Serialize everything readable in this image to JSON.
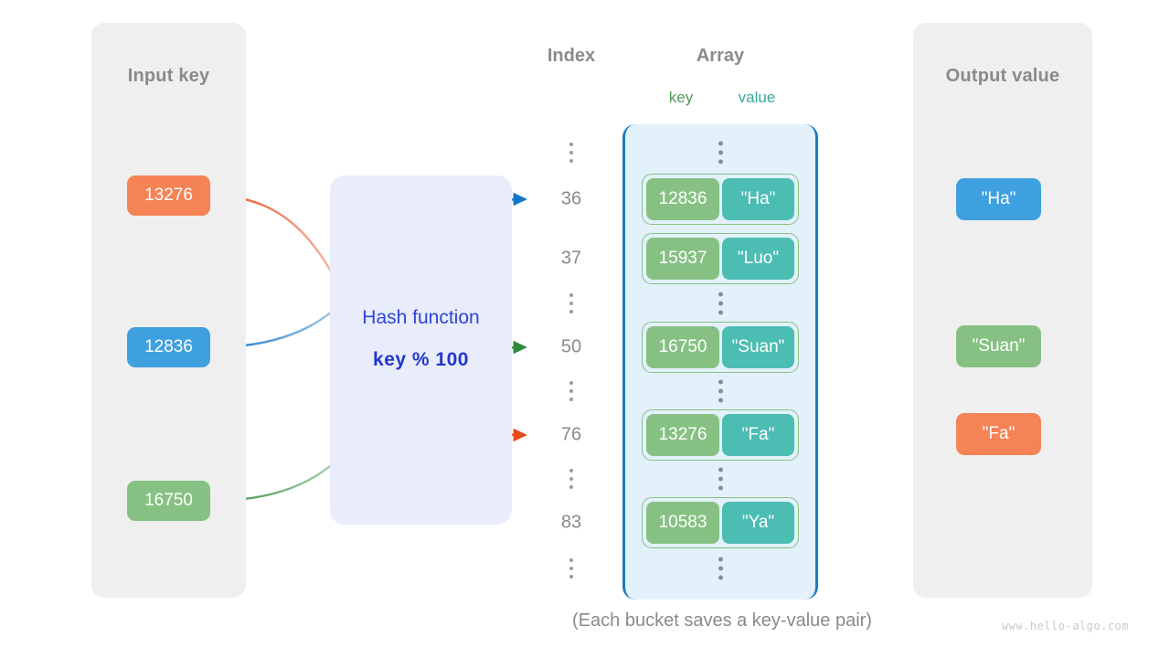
{
  "panels": {
    "input": {
      "title": "Input key"
    },
    "output": {
      "title": "Output value"
    }
  },
  "headings": {
    "index": "Index",
    "array": "Array",
    "key": "key",
    "value": "value"
  },
  "hash_function": {
    "label": "Hash function",
    "expression": "key % 100"
  },
  "input_keys": [
    {
      "text": "13276",
      "color": "#f58355",
      "maps_to_index": 76
    },
    {
      "text": "12836",
      "color": "#3fa0e0",
      "maps_to_index": 36
    },
    {
      "text": "16750",
      "color": "#86c183",
      "maps_to_index": 50
    }
  ],
  "output_values": [
    {
      "text": "\"Ha\"",
      "color": "#3fa0e0"
    },
    {
      "text": "\"Suan\"",
      "color": "#86c183"
    },
    {
      "text": "\"Fa\"",
      "color": "#f58355"
    }
  ],
  "array_rows": [
    {
      "kind": "dots",
      "index": ""
    },
    {
      "kind": "bucket",
      "index": "36",
      "key": "12836",
      "value": "\"Ha\""
    },
    {
      "kind": "bucket",
      "index": "37",
      "key": "15937",
      "value": "\"Luo\""
    },
    {
      "kind": "dots",
      "index": ""
    },
    {
      "kind": "bucket",
      "index": "50",
      "key": "16750",
      "value": "\"Suan\""
    },
    {
      "kind": "dots",
      "index": ""
    },
    {
      "kind": "bucket",
      "index": "76",
      "key": "13276",
      "value": "\"Fa\""
    },
    {
      "kind": "dots",
      "index": ""
    },
    {
      "kind": "bucket",
      "index": "83",
      "key": "10583",
      "value": "\"Ya\""
    },
    {
      "kind": "dots",
      "index": ""
    }
  ],
  "caption": "(Each bucket saves a key-value pair)",
  "watermark": "www.hello-algo.com",
  "colors": {
    "orange": "#f58355",
    "blue": "#3fa0e0",
    "green": "#86c183",
    "teal": "#4cbdb3",
    "array_fill": "#e3f1fb",
    "array_border": "#1a7cc4",
    "hashbox_fill": "#e8ecfb",
    "hash_text": "#2f46d4",
    "panel_fill": "#efefef",
    "muted_text": "#8a8a8a",
    "wire_orange": "#e8491b",
    "wire_blue": "#1476c6",
    "wire_green": "#2f8a3c"
  }
}
